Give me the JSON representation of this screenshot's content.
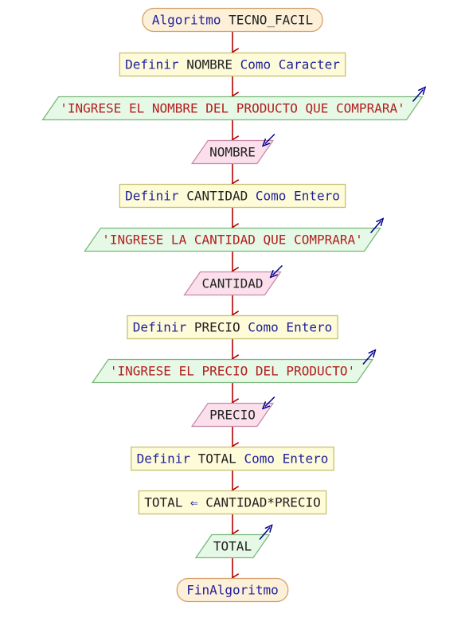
{
  "colors": {
    "keyword": "#1f1f9c",
    "text": "#222222",
    "string": "#b41e1e",
    "arrow": "#b40000",
    "io_arrow": "#00008b",
    "terminal_fill": "#fdf0d8",
    "terminal_stroke": "#d4a06a",
    "process_fill": "#fdfbd8",
    "process_stroke": "#c8c070",
    "output_fill": "#e6f8e6",
    "output_stroke": "#7ab87a",
    "input_fill": "#fbe0ec",
    "input_stroke": "#c888a8"
  },
  "nodes": [
    {
      "id": "start",
      "shape": "terminal",
      "label": [
        {
          "t": "Algoritmo ",
          "c": "keyword"
        },
        {
          "t": "TECNO_FACIL",
          "c": "text"
        }
      ]
    },
    {
      "id": "def-nombre",
      "shape": "process",
      "label": [
        {
          "t": "Definir ",
          "c": "keyword"
        },
        {
          "t": "NOMBRE ",
          "c": "text"
        },
        {
          "t": "Como Caracter",
          "c": "keyword"
        }
      ]
    },
    {
      "id": "out-nombre",
      "shape": "output",
      "label": [
        {
          "t": "'INGRESE EL NOMBRE DEL PRODUCTO QUE COMPRARA'",
          "c": "string"
        }
      ]
    },
    {
      "id": "in-nombre",
      "shape": "input",
      "label": [
        {
          "t": "NOMBRE",
          "c": "text"
        }
      ]
    },
    {
      "id": "def-cantidad",
      "shape": "process",
      "label": [
        {
          "t": "Definir ",
          "c": "keyword"
        },
        {
          "t": "CANTIDAD ",
          "c": "text"
        },
        {
          "t": "Como Entero",
          "c": "keyword"
        }
      ]
    },
    {
      "id": "out-cantidad",
      "shape": "output",
      "label": [
        {
          "t": "'INGRESE LA CANTIDAD QUE COMPRARA'",
          "c": "string"
        }
      ]
    },
    {
      "id": "in-cantidad",
      "shape": "input",
      "label": [
        {
          "t": "CANTIDAD",
          "c": "text"
        }
      ]
    },
    {
      "id": "def-precio",
      "shape": "process",
      "label": [
        {
          "t": "Definir ",
          "c": "keyword"
        },
        {
          "t": "PRECIO ",
          "c": "text"
        },
        {
          "t": "Como Entero",
          "c": "keyword"
        }
      ]
    },
    {
      "id": "out-precio",
      "shape": "output",
      "label": [
        {
          "t": "'INGRESE EL PRECIO DEL PRODUCTO'",
          "c": "string"
        }
      ]
    },
    {
      "id": "in-precio",
      "shape": "input",
      "label": [
        {
          "t": "PRECIO",
          "c": "text"
        }
      ]
    },
    {
      "id": "def-total",
      "shape": "process",
      "label": [
        {
          "t": "Definir ",
          "c": "keyword"
        },
        {
          "t": "TOTAL ",
          "c": "text"
        },
        {
          "t": "Como Entero",
          "c": "keyword"
        }
      ]
    },
    {
      "id": "assign-total",
      "shape": "process",
      "label": [
        {
          "t": "TOTAL ",
          "c": "text"
        },
        {
          "t": "⇐",
          "c": "keyword"
        },
        {
          "t": " CANTIDAD*PRECIO",
          "c": "text"
        }
      ]
    },
    {
      "id": "out-total",
      "shape": "output",
      "label": [
        {
          "t": "TOTAL",
          "c": "text"
        }
      ]
    },
    {
      "id": "end",
      "shape": "terminal",
      "label": [
        {
          "t": "FinAlgoritmo",
          "c": "keyword"
        }
      ]
    }
  ]
}
